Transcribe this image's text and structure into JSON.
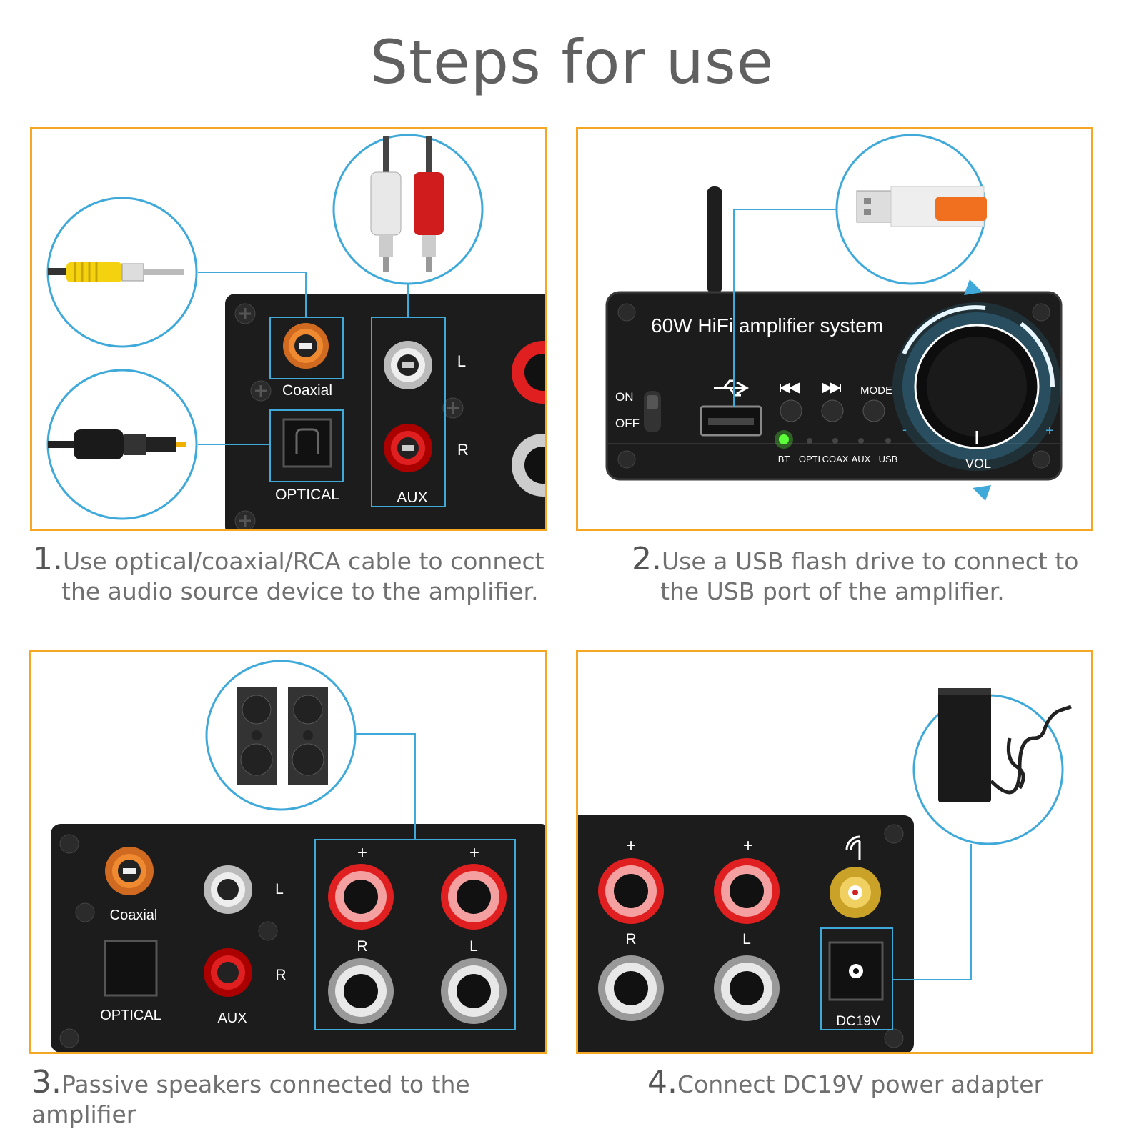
{
  "title": "Steps for use",
  "steps": [
    {
      "num": "1.",
      "line1": "Use optical/coaxial/RCA cable to connect",
      "line2": "the audio source device to the amplifier."
    },
    {
      "num": "2.",
      "line1": "Use a USB flash drive to connect to",
      "line2": "the USB port of the amplifier."
    },
    {
      "num": "3.",
      "line1": "Passive speakers connected to the amplifier",
      "line2": ""
    },
    {
      "num": "4.",
      "line1": "Connect DC19V power adapter",
      "line2": ""
    }
  ],
  "panel1": {
    "coaxial": "Coaxial",
    "optical": "OPTICAL",
    "aux": "AUX",
    "l": "L",
    "r": "R"
  },
  "panel2": {
    "device_title": "60W HiFi amplifier system",
    "on": "ON",
    "off": "OFF",
    "mode": "MODE",
    "vol": "VOL",
    "indicators": [
      "BT",
      "OPTI",
      "COAX",
      "AUX",
      "USB"
    ],
    "minus": "-",
    "plus": "+"
  },
  "panel3": {
    "coaxial": "Coaxial",
    "optical": "OPTICAL",
    "aux": "AUX",
    "l": "L",
    "r": "R",
    "plus": "+",
    "sp_r": "R",
    "sp_l": "L"
  },
  "panel4": {
    "plus": "+",
    "r": "R",
    "l": "L",
    "dc": "DC19V"
  },
  "colors": {
    "frame": "#f5a623",
    "callout": "#3fa9d9",
    "device": "#1c1c1c",
    "led": "#5cff3a"
  }
}
